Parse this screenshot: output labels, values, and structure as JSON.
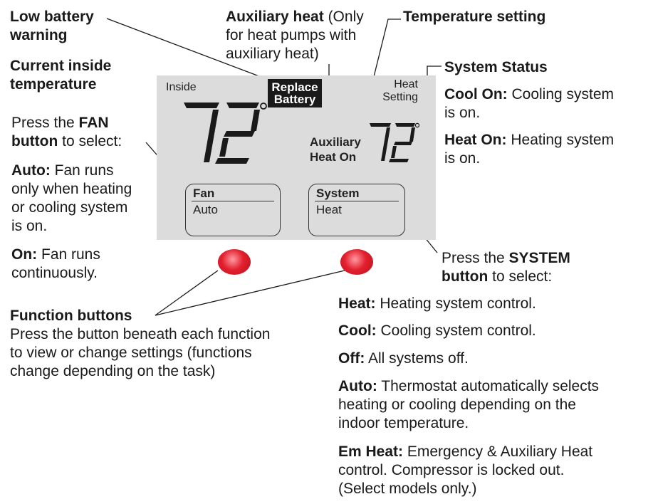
{
  "labels": {
    "low_battery": [
      "Low battery",
      "warning"
    ],
    "current_temp": [
      "Current inside",
      "temperature"
    ],
    "fan_intro": {
      "pre": "Press the ",
      "bold": "FAN",
      "line2_bold": "button",
      "line2_rest": " to select:"
    },
    "fan_auto": {
      "bold": "Auto:",
      "rest": " Fan runs",
      "lines": [
        "only when heating",
        "or cooling system",
        "is on."
      ]
    },
    "fan_on": {
      "bold": "On:",
      "rest": " Fan runs",
      "lines": [
        "continuously."
      ]
    },
    "function_buttons": {
      "title": "Function buttons",
      "lines": [
        "Press the button beneath each function",
        "to view or change settings (functions",
        "change depending on the task)"
      ]
    },
    "aux_heat": {
      "bold": "Auxiliary heat",
      "rest": " (Only",
      "lines": [
        "for heat pumps with",
        "auxiliary heat)"
      ]
    },
    "temp_setting": "Temperature setting",
    "system_status": {
      "title": "System Status",
      "cool_bold": "Cool On:",
      "cool_rest": " Cooling system",
      "cool_line2": "is on.",
      "heat_bold": "Heat On:",
      "heat_rest": " Heating system",
      "heat_line2": "is on."
    },
    "system_intro": {
      "pre": "Press the ",
      "bold": "SYSTEM",
      "line2_bold": "button",
      "line2_rest": " to select:"
    },
    "system_options": {
      "heat": {
        "bold": "Heat:",
        "rest": " Heating system control."
      },
      "cool": {
        "bold": "Cool:",
        "rest": " Cooling system control."
      },
      "off": {
        "bold": "Off:",
        "rest": " All systems off."
      },
      "auto": {
        "bold": "Auto:",
        "rest": " Thermostat automatically selects",
        "lines": [
          "heating or cooling depending on the",
          "indoor temperature."
        ]
      },
      "em": {
        "bold": "Em Heat:",
        "rest": " Emergency & Auxiliary Heat",
        "lines": [
          "control. Compressor is locked out.",
          "(Select models only.)"
        ]
      }
    }
  },
  "display": {
    "inside_label": "Inside",
    "inside_temp": "72",
    "replace_battery": [
      "Replace",
      "Battery"
    ],
    "heat_setting": [
      "Heat",
      "Setting"
    ],
    "aux_heat_on": [
      "Auxiliary",
      "Heat On"
    ],
    "set_temp": "72",
    "fan_box": {
      "label": "Fan",
      "value": "Auto"
    },
    "system_box": {
      "label": "System",
      "value": "Heat"
    }
  },
  "colors": {
    "display_bg": "#dcdcdc",
    "button_red": "#e3202e",
    "badge_bg": "#1a1a1a"
  }
}
